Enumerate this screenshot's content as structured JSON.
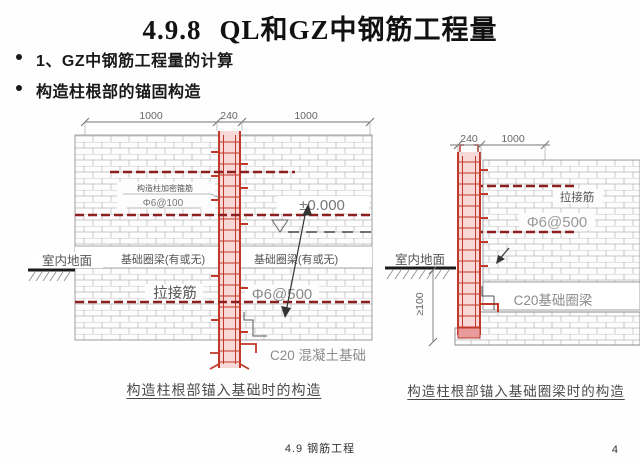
{
  "slide": {
    "title_number": "4.9.8",
    "title_text": "QL和GZ中钢筋工程量",
    "bullets": [
      "1、GZ中钢筋工程量的计算",
      "构造柱根部的锚固构造"
    ],
    "footer_section": "4.9 钢筋工程",
    "footer_page": "4"
  },
  "left_diagram": {
    "caption": "构造柱根部锚入基础时的构造",
    "dim_left": "1000",
    "dim_col": "240",
    "dim_right": "1000",
    "stirrup_note": "构造柱加密箍筋",
    "stirrup_spec": "Φ6@100",
    "level_label": "±0.000",
    "ring_beam_left": "基础圈梁(有或无)",
    "ring_beam_right": "基础圈梁(有或无)",
    "tie_label": "拉接筋",
    "tie_spec": "Φ6@500",
    "ground_label": "室内地面",
    "foundation_label": "C20 混凝土基础"
  },
  "right_diagram": {
    "caption": "构造柱根部锚入基础圈梁时的构造",
    "dim_col": "240",
    "dim_wall": "1000",
    "tie_label": "拉接筋",
    "tie_spec": "Φ6@500",
    "ground_label": "室内地面",
    "depth_label": "≥100",
    "ring_beam_label": "C20基础圈梁"
  },
  "colors": {
    "rebar_red": "#c0392b",
    "tie_dark_red": "#8e1f1f",
    "column_fill": "#f8d7d7",
    "brick_line": "#b0b0b0"
  }
}
